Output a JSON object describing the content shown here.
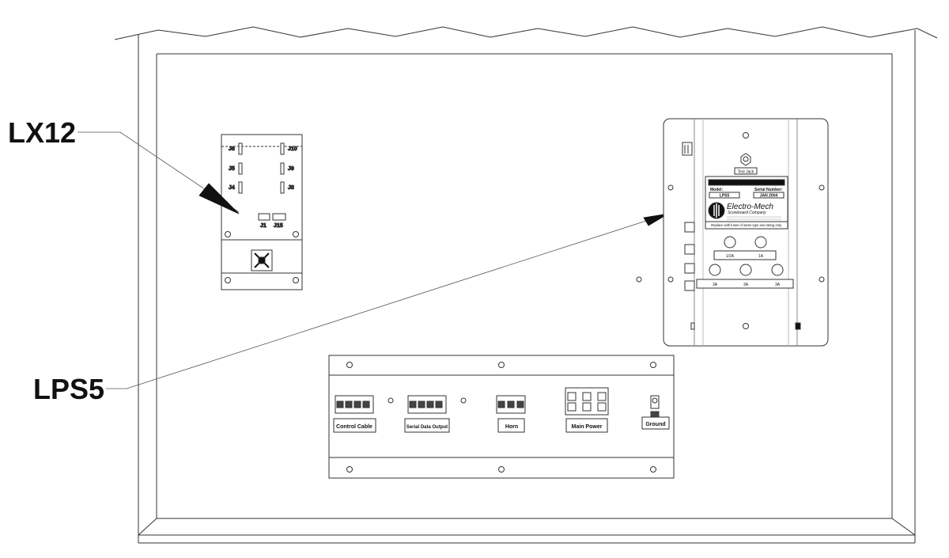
{
  "callouts": {
    "lx12": "LX12",
    "lps5": "LPS5"
  },
  "lx12_board": {
    "connectors": [
      "J6",
      "J10",
      "J5",
      "J9",
      "J4",
      "J8",
      "J1",
      "J15"
    ]
  },
  "lps5_panel": {
    "test_jack": "Test Jack",
    "model_label": "Model:",
    "model_value": "LPS5",
    "serial_label": "Serial Number:",
    "serial_value": "JAN 2004",
    "brand_line1": "Electro-Mech",
    "brand_line2": "Scoreboard Company",
    "fuse_notice": "Replace with fuses of same type and rating only.",
    "fuse_ratings_top": [
      "1/2A",
      "1A"
    ],
    "fuse_ratings_bottom": [
      "3A",
      "3A",
      "3A"
    ]
  },
  "terminal_panel": {
    "control_cable": "Control Cable",
    "serial_data_output": "Serial Data Output",
    "horn": "Horn",
    "main_power": "Main Power",
    "ground": "Ground"
  },
  "colors": {
    "line": "#333333",
    "light_line": "#888888",
    "background": "#ffffff",
    "label_block": "#111111"
  }
}
